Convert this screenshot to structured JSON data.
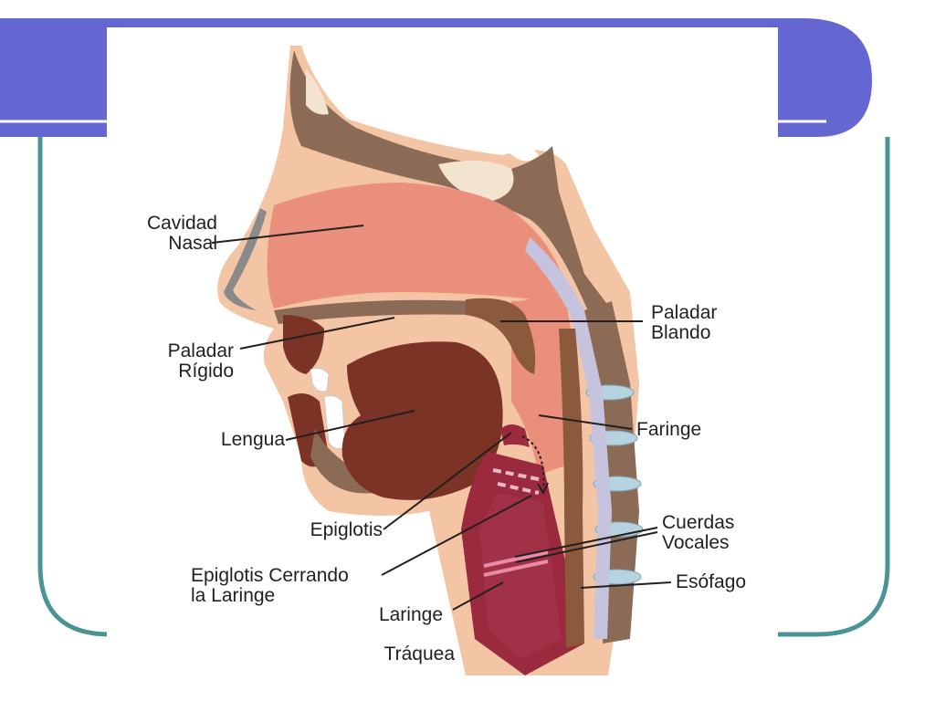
{
  "theme": {
    "band_color": "#6467d2",
    "frame_color": "#4a9497",
    "skin_color": "#f4c5a4",
    "airway_color": "#ea8f7c",
    "bone_color": "#8b6b55",
    "tongue_color": "#7b3326",
    "larynx_color": "#9b2a3f",
    "cartilage_color": "#c5c3de"
  },
  "labels": {
    "cavidad_nasal": {
      "line1": "Cavidad",
      "line2": "Nasal"
    },
    "paladar_rigido": {
      "line1": "Paladar",
      "line2": "Rígido"
    },
    "lengua": {
      "text": "Lengua"
    },
    "epiglotis": {
      "text": "Epiglotis"
    },
    "epiglotis_cerrando": {
      "line1": "Epiglotis Cerrando",
      "line2": "la Laringe"
    },
    "laringe": {
      "text": "Laringe"
    },
    "traquea": {
      "text": "Tráquea"
    },
    "paladar_blando": {
      "line1": "Paladar",
      "line2": "Blando"
    },
    "faringe": {
      "text": "Faringe"
    },
    "cuerdas_vocales": {
      "line1": "Cuerdas",
      "line2": "Vocales"
    },
    "esofago": {
      "text": "Esófago"
    }
  }
}
